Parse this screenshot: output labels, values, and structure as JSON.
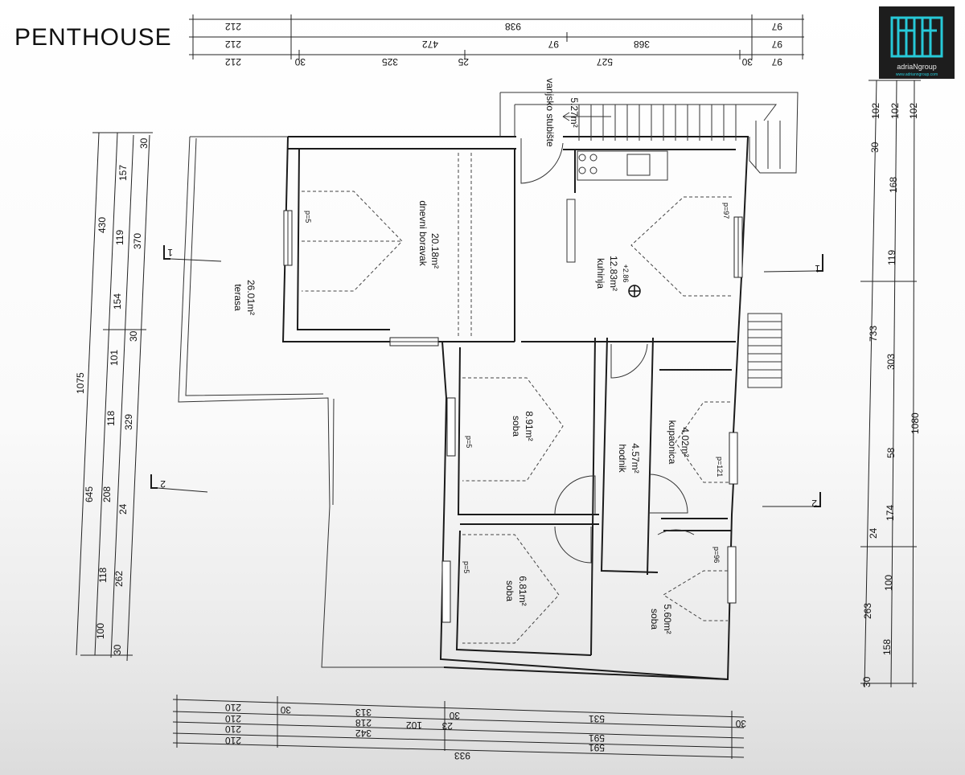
{
  "title": "PENTHOUSE",
  "logo": {
    "text": "adriaNgroup",
    "subtext": "www.adrianngroup.com",
    "color": "#27c9d8"
  },
  "rooms": [
    {
      "name": "dnevni boravak",
      "area": "20.18m²"
    },
    {
      "name": "kuhinja",
      "area": "12.83m²",
      "level": "+2.86"
    },
    {
      "name": "terasa",
      "area": "26.01m²"
    },
    {
      "name": "vanjsko stubište",
      "area": "5.27m²"
    },
    {
      "name": "soba",
      "area": "8.91m²"
    },
    {
      "name": "hodnik",
      "area": "4.57m²"
    },
    {
      "name": "kupaonica",
      "area": "4.02m²"
    },
    {
      "name": "soba",
      "area": "6.81m²"
    },
    {
      "name": "soba",
      "area": "5.60m²"
    }
  ],
  "parapets": [
    "p=5",
    "p=97",
    "p=5",
    "p=121",
    "p=5",
    "p=96"
  ],
  "section_marks": [
    "1",
    "1",
    "2",
    "2"
  ],
  "dims_top": {
    "row1": [
      "212",
      "938",
      "97"
    ],
    "row2": [
      "212",
      "472",
      "97",
      "368",
      "97"
    ],
    "row3": [
      "212",
      "30",
      "325",
      "25",
      "527",
      "30",
      "97"
    ]
  },
  "dims_bottom": {
    "row1": [
      "210",
      "30",
      "313",
      "30",
      "531",
      "30"
    ],
    "row2": [
      "210",
      "218",
      "102",
      "23"
    ],
    "row3": [
      "210",
      "342",
      "591"
    ],
    "row4": [
      "210",
      "591"
    ],
    "total": "933"
  },
  "dims_left": {
    "total": "1075",
    "row_a": [
      "430",
      "645"
    ],
    "row_b": [
      "157",
      "119",
      "154",
      "101",
      "118",
      "208",
      "118",
      "100"
    ],
    "row_c": [
      "30",
      "370",
      "30",
      "329",
      "24",
      "262",
      "30"
    ]
  },
  "dims_right": {
    "total": "1080",
    "row_a": [
      "102",
      "733",
      "263"
    ],
    "row_b": [
      "102",
      "168",
      "119",
      "303",
      "58",
      "174",
      "100",
      "158"
    ],
    "row_c": [
      "102",
      "30",
      "24",
      "30"
    ]
  }
}
